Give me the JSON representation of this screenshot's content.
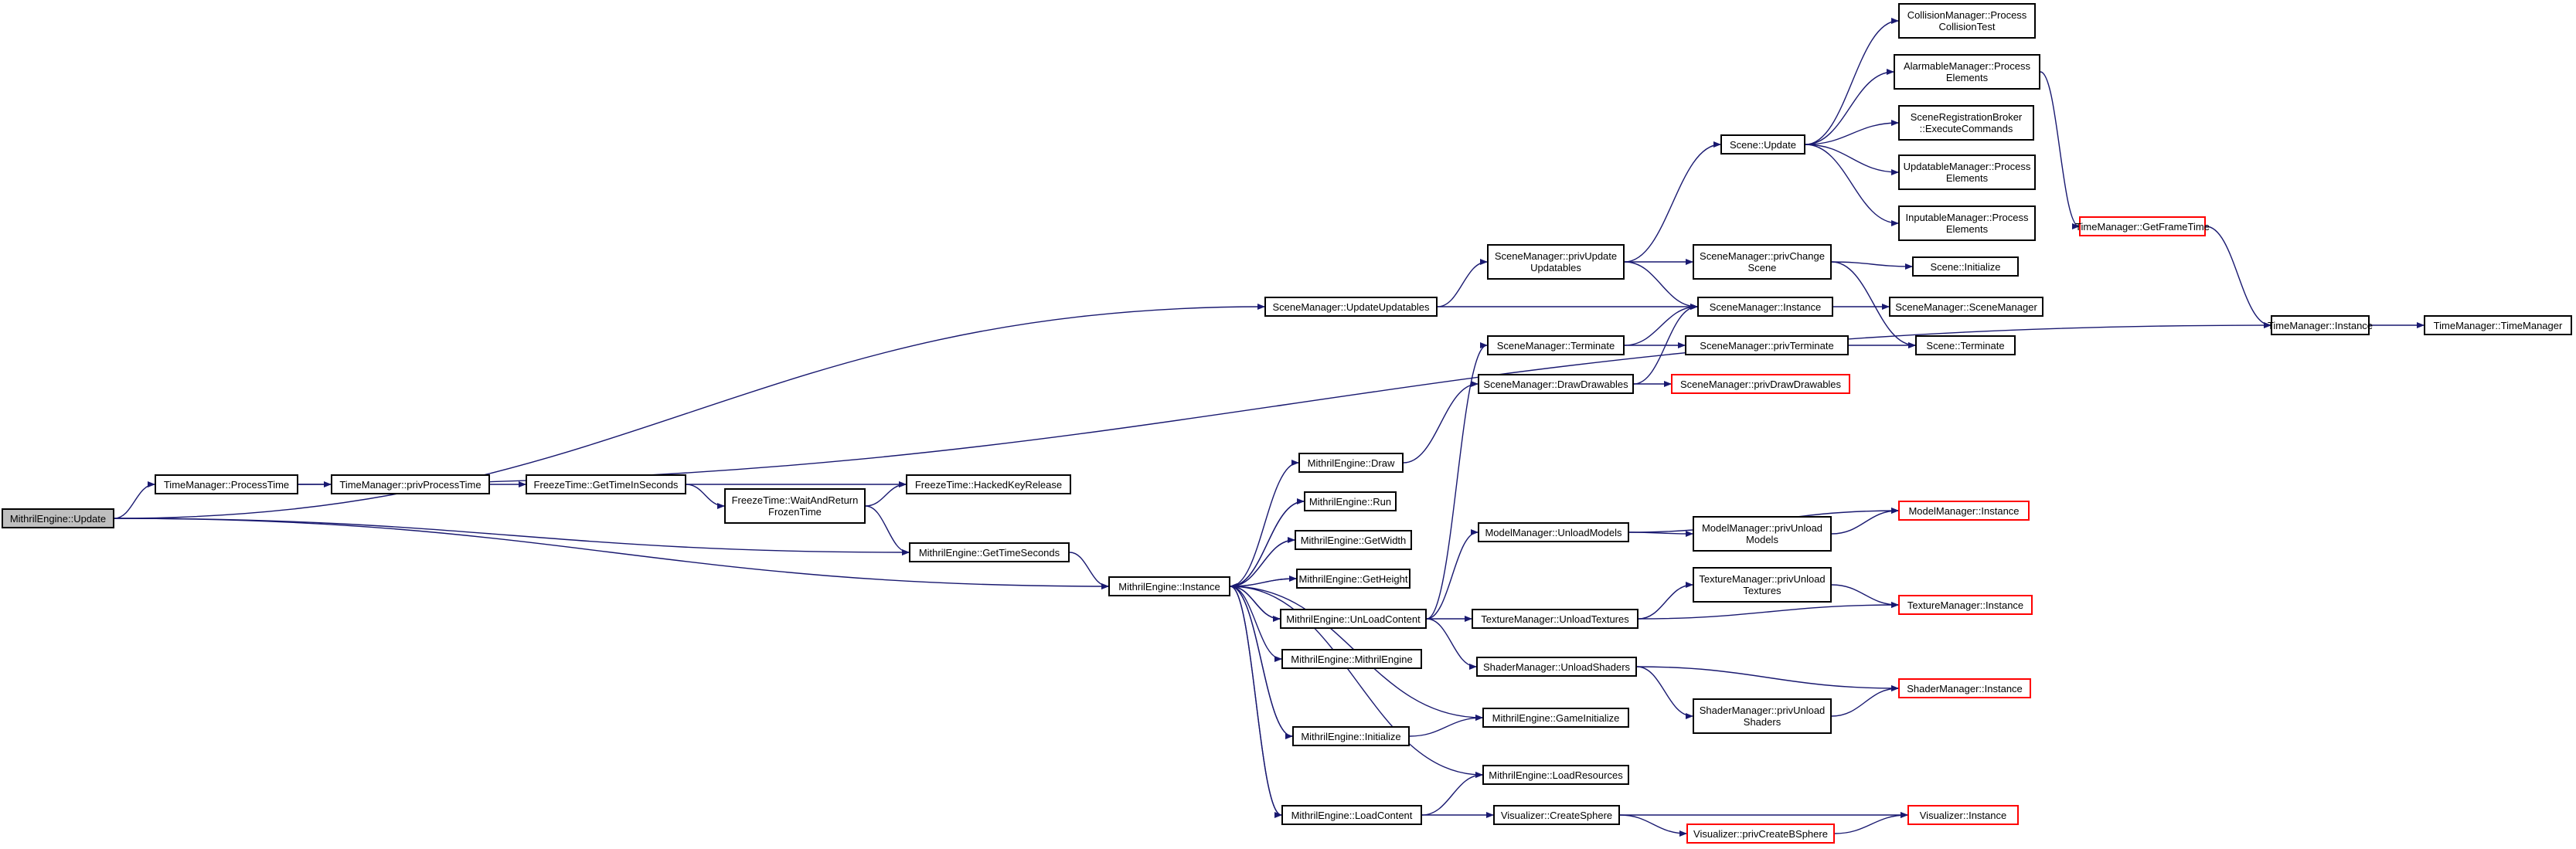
{
  "diagram": {
    "edge_color": "#191970",
    "border_red": "#ff0000",
    "current_fill": "#bfbfbf",
    "nodes": [
      {
        "id": "n0",
        "label": "MithrilEngine::Update",
        "current": true
      },
      {
        "id": "n1",
        "label": "TimeManager::ProcessTime"
      },
      {
        "id": "n2",
        "label": "TimeManager::privProcessTime"
      },
      {
        "id": "n3",
        "label": "FreezeTime::GetTimeInSeconds"
      },
      {
        "id": "n4",
        "label": "FreezeTime::WaitAndReturn\nFrozenTime"
      },
      {
        "id": "n5",
        "label": "FreezeTime::HackedKeyRelease"
      },
      {
        "id": "n6",
        "label": "MithrilEngine::GetTimeSeconds"
      },
      {
        "id": "n7",
        "label": "MithrilEngine::Instance"
      },
      {
        "id": "n8",
        "label": "MithrilEngine::Draw"
      },
      {
        "id": "n9",
        "label": "MithrilEngine::Run"
      },
      {
        "id": "n10",
        "label": "MithrilEngine::GetWidth"
      },
      {
        "id": "n11",
        "label": "MithrilEngine::GetHeight"
      },
      {
        "id": "n12",
        "label": "MithrilEngine::UnLoadContent"
      },
      {
        "id": "n13",
        "label": "MithrilEngine::MithrilEngine"
      },
      {
        "id": "n14",
        "label": "MithrilEngine::Initialize"
      },
      {
        "id": "n15",
        "label": "MithrilEngine::LoadContent"
      },
      {
        "id": "n16",
        "label": "SceneManager::UpdateUpdatables"
      },
      {
        "id": "n17",
        "label": "SceneManager::privUpdate\nUpdatables"
      },
      {
        "id": "n18",
        "label": "SceneManager::Terminate"
      },
      {
        "id": "n19",
        "label": "SceneManager::DrawDrawables"
      },
      {
        "id": "n20",
        "label": "ModelManager::UnloadModels"
      },
      {
        "id": "n21",
        "label": "TextureManager::UnloadTextures"
      },
      {
        "id": "n22",
        "label": "ShaderManager::UnloadShaders"
      },
      {
        "id": "n23",
        "label": "MithrilEngine::GameInitialize"
      },
      {
        "id": "n24",
        "label": "MithrilEngine::LoadResources"
      },
      {
        "id": "n25",
        "label": "Visualizer::CreateSphere"
      },
      {
        "id": "n26",
        "label": "Scene::Update"
      },
      {
        "id": "n27",
        "label": "SceneManager::privChange\nScene"
      },
      {
        "id": "n28",
        "label": "SceneManager::Instance"
      },
      {
        "id": "n29",
        "label": "SceneManager::privTerminate"
      },
      {
        "id": "n30",
        "label": "SceneManager::privDrawDrawables",
        "red": true
      },
      {
        "id": "n31",
        "label": "ModelManager::privUnload\nModels"
      },
      {
        "id": "n32",
        "label": "TextureManager::privUnload\nTextures"
      },
      {
        "id": "n33",
        "label": "ShaderManager::privUnload\nShaders"
      },
      {
        "id": "n34",
        "label": "Visualizer::privCreateBSphere",
        "red": true
      },
      {
        "id": "n35",
        "label": "CollisionManager::Process\nCollisionTest"
      },
      {
        "id": "n36",
        "label": "AlarmableManager::Process\nElements"
      },
      {
        "id": "n37",
        "label": "SceneRegistrationBroker\n::ExecuteCommands"
      },
      {
        "id": "n38",
        "label": "UpdatableManager::Process\nElements"
      },
      {
        "id": "n39",
        "label": "InputableManager::Process\nElements"
      },
      {
        "id": "n40",
        "label": "Scene::Initialize"
      },
      {
        "id": "n41",
        "label": "SceneManager::SceneManager"
      },
      {
        "id": "n42",
        "label": "Scene::Terminate"
      },
      {
        "id": "n43",
        "label": "ModelManager::Instance",
        "red": true
      },
      {
        "id": "n44",
        "label": "TextureManager::Instance",
        "red": true
      },
      {
        "id": "n45",
        "label": "ShaderManager::Instance",
        "red": true
      },
      {
        "id": "n46",
        "label": "Visualizer::Instance",
        "red": true
      },
      {
        "id": "n47",
        "label": "TimeManager::GetFrameTime",
        "red": true
      },
      {
        "id": "n48",
        "label": "TimeManager::Instance"
      },
      {
        "id": "n49",
        "label": "TimeManager::TimeManager"
      }
    ],
    "edges": [
      [
        "n0",
        "n1"
      ],
      [
        "n0",
        "n6"
      ],
      [
        "n0",
        "n7"
      ],
      [
        "n0",
        "n16"
      ],
      [
        "n1",
        "n2"
      ],
      [
        "n1",
        "n48"
      ],
      [
        "n2",
        "n3"
      ],
      [
        "n3",
        "n4"
      ],
      [
        "n3",
        "n5"
      ],
      [
        "n4",
        "n5"
      ],
      [
        "n4",
        "n6"
      ],
      [
        "n6",
        "n7"
      ],
      [
        "n7",
        "n8"
      ],
      [
        "n7",
        "n9"
      ],
      [
        "n7",
        "n10"
      ],
      [
        "n7",
        "n11"
      ],
      [
        "n7",
        "n12"
      ],
      [
        "n7",
        "n13"
      ],
      [
        "n7",
        "n14"
      ],
      [
        "n7",
        "n15"
      ],
      [
        "n7",
        "n23"
      ],
      [
        "n7",
        "n24"
      ],
      [
        "n8",
        "n19"
      ],
      [
        "n9",
        "n7"
      ],
      [
        "n10",
        "n7"
      ],
      [
        "n11",
        "n7"
      ],
      [
        "n12",
        "n7"
      ],
      [
        "n12",
        "n18"
      ],
      [
        "n12",
        "n20"
      ],
      [
        "n12",
        "n21"
      ],
      [
        "n12",
        "n22"
      ],
      [
        "n14",
        "n7"
      ],
      [
        "n14",
        "n23"
      ],
      [
        "n15",
        "n7"
      ],
      [
        "n15",
        "n24"
      ],
      [
        "n15",
        "n25"
      ],
      [
        "n16",
        "n17"
      ],
      [
        "n16",
        "n28"
      ],
      [
        "n17",
        "n26"
      ],
      [
        "n17",
        "n27"
      ],
      [
        "n17",
        "n28"
      ],
      [
        "n18",
        "n28"
      ],
      [
        "n18",
        "n29"
      ],
      [
        "n19",
        "n28"
      ],
      [
        "n19",
        "n30"
      ],
      [
        "n20",
        "n31"
      ],
      [
        "n20",
        "n43"
      ],
      [
        "n21",
        "n32"
      ],
      [
        "n21",
        "n44"
      ],
      [
        "n22",
        "n33"
      ],
      [
        "n22",
        "n45"
      ],
      [
        "n25",
        "n34"
      ],
      [
        "n25",
        "n46"
      ],
      [
        "n26",
        "n35"
      ],
      [
        "n26",
        "n36"
      ],
      [
        "n26",
        "n37"
      ],
      [
        "n26",
        "n38"
      ],
      [
        "n26",
        "n39"
      ],
      [
        "n27",
        "n40"
      ],
      [
        "n27",
        "n42"
      ],
      [
        "n28",
        "n41"
      ],
      [
        "n29",
        "n42"
      ],
      [
        "n31",
        "n43"
      ],
      [
        "n32",
        "n44"
      ],
      [
        "n33",
        "n45"
      ],
      [
        "n34",
        "n46"
      ],
      [
        "n36",
        "n47"
      ],
      [
        "n47",
        "n48"
      ],
      [
        "n48",
        "n49"
      ]
    ]
  }
}
